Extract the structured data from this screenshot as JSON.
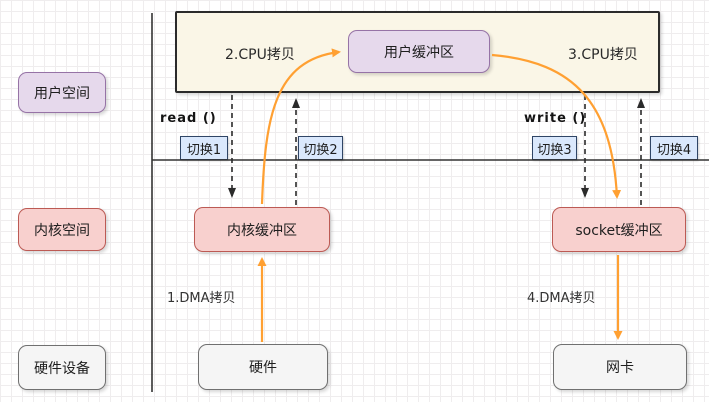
{
  "diagram_title": "traditional-io-copy-flow",
  "layers": {
    "user_space": "用户空间",
    "kernel_space": "内核空间",
    "hardware_layer": "硬件设备"
  },
  "nodes": {
    "user_buffer": "用户缓冲区",
    "kernel_buffer": "内核缓冲区",
    "socket_buffer": "socket缓冲区",
    "hardware": "硬件",
    "nic": "网卡"
  },
  "switches": [
    "切换1",
    "切换2",
    "切换3",
    "切换4"
  ],
  "syscalls": {
    "read": "read ()",
    "write": "write ()"
  },
  "copy_labels": {
    "dma1": "1.DMA拷贝",
    "cpu2": "2.CPU拷贝",
    "cpu3": "3.CPU拷贝",
    "dma4": "4.DMA拷贝"
  },
  "colors": {
    "purple_fill": "#E6D9EC",
    "purple_stroke": "#9673A6",
    "pink_fill": "#F8D0CE",
    "pink_stroke": "#BC5A54",
    "gray_fill": "#F5F5F5",
    "gray_stroke": "#707070",
    "cream_fill": "#FAF6E7",
    "blue_fill": "#DAE8FC",
    "orange_arrow": "#FFA032",
    "switch_arrow": "#333333",
    "axis_line": "#333333"
  }
}
